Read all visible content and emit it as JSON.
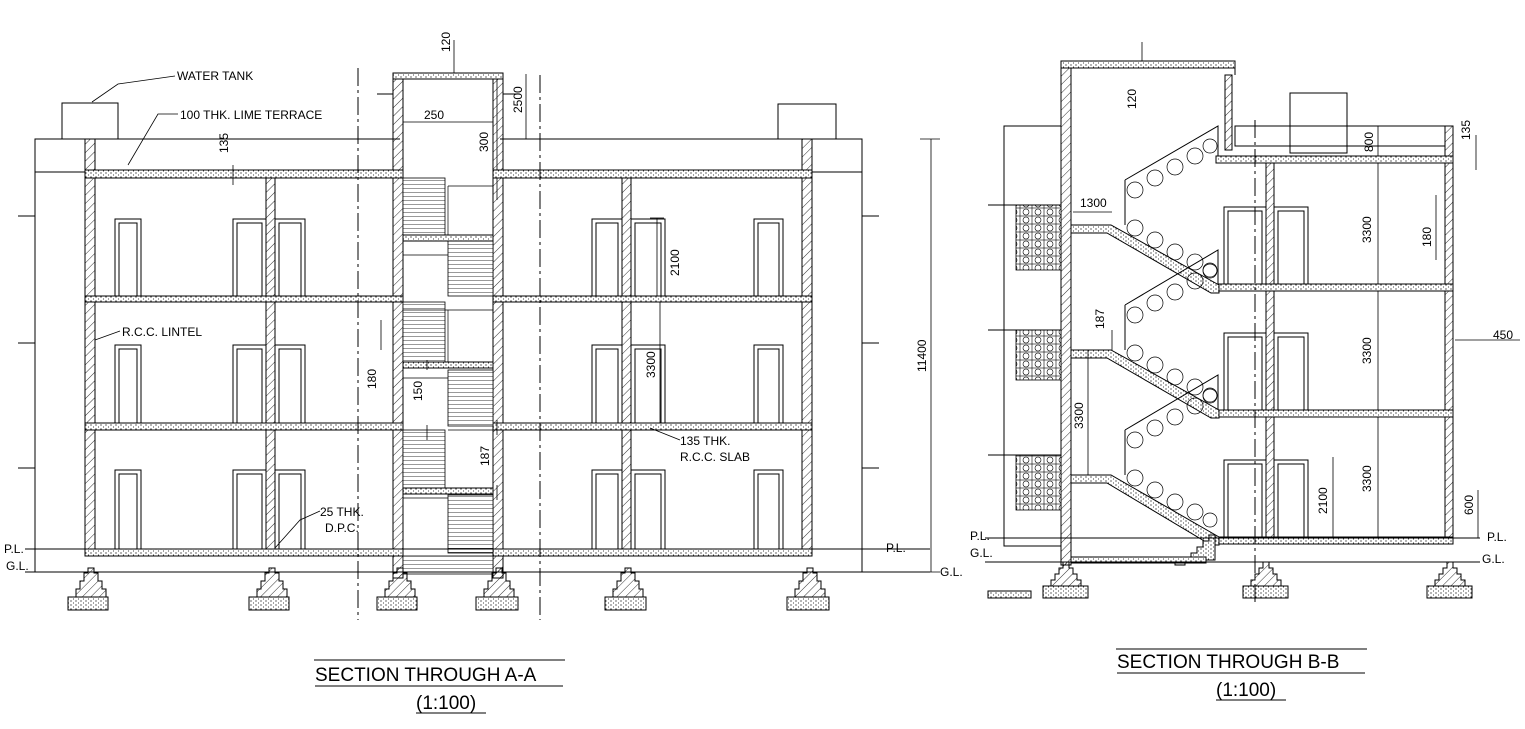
{
  "sections": {
    "a": {
      "title": "SECTION THROUGH A-A",
      "scale": "(1:100)",
      "labels": {
        "water_tank": "WATER TANK",
        "lime_terrace": "100 THK. LIME TERRACE",
        "rcc_lintel": "R.C.C. LINTEL",
        "rcc_slab_1": "135 THK.",
        "rcc_slab_2": "R.C.C. SLAB",
        "dpc_1": "25 THK.",
        "dpc_2": "D.P.C.",
        "pl_left": "P.L.",
        "gl_left": "G.L.",
        "pl_right": "P.L.",
        "gl_right": "G.L."
      },
      "dims": {
        "d120": "120",
        "d250": "250",
        "d300": "300",
        "d2500": "2500",
        "d135": "135",
        "d2100": "2100",
        "d3300": "3300",
        "d180": "180",
        "d150": "150",
        "d187": "187",
        "d11400": "11400"
      }
    },
    "b": {
      "title": "SECTION THROUGH B-B",
      "scale": "(1:100)",
      "labels": {
        "pl_left": "P.L.",
        "gl_left": "G.L.",
        "pl_right": "P.L.",
        "gl_right": "G.L."
      },
      "dims": {
        "d120": "120",
        "d1300": "1300",
        "d187": "187",
        "d3300_left": "3300",
        "d800": "800",
        "d135": "135",
        "d3300_1": "3300",
        "d3300_2": "3300",
        "d3300_3": "3300",
        "d180": "180",
        "d450": "450",
        "d2100": "2100",
        "d600": "600"
      }
    }
  }
}
